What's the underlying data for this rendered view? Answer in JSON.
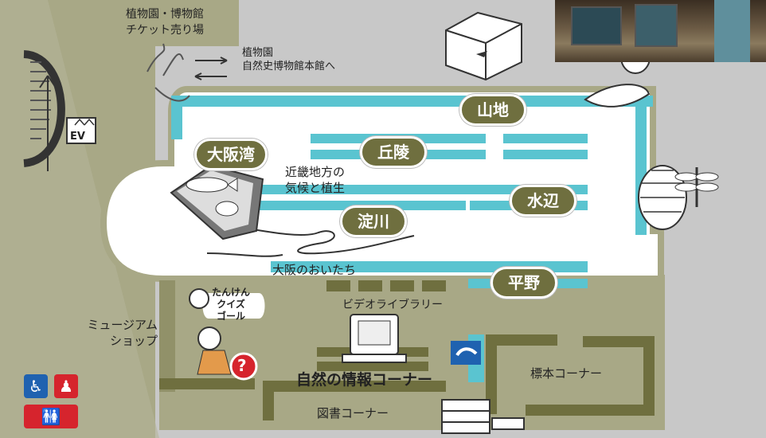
{
  "labels": {
    "ticket_line1": "植物園・博物館",
    "ticket_line2": "チケット売り場",
    "to_garden_line1": "植物園",
    "to_garden_line2": "自然史博物館本館へ",
    "elevator": "EV",
    "climate_line1": "近畿地方の",
    "climate_line2": "気候と植生",
    "osaka_origin": "大阪のおいたち",
    "video_library": "ビデオライブラリー",
    "quiz_line1": "たんけん",
    "quiz_line2": "クイズ",
    "quiz_line3": "ゴール",
    "shop_line1": "ミュージアム",
    "shop_line2": "ショップ",
    "nature_info": "自然の情報コーナー",
    "specimen": "標本コーナー",
    "books": "図書コーナー",
    "help_mark": "?"
  },
  "zones": {
    "mountain": "山地",
    "hills": "丘陵",
    "osaka_bay": "大阪湾",
    "waterside": "水辺",
    "yodogawa": "淀川",
    "plain": "平野"
  },
  "colors": {
    "background": "#c8c8c8",
    "floor_olive": "#a8a886",
    "wall_dark": "#6f6f3f",
    "exhibit_cyan": "#5ac4d0",
    "pill_fill": "#6f6f3f",
    "help_red": "#d6242d",
    "accessible_blue": "#1f62b0",
    "nursery_red": "#d6242d"
  },
  "icons": [
    "elevator-icon",
    "acorn-icon",
    "leaf-icon",
    "pinecone-icon",
    "dragonfly-icon",
    "aquarium-icon",
    "fish-exhibit-icon",
    "hand-icon",
    "wheelchair-icon",
    "baby-care-icon",
    "restroom-icon",
    "help-icon",
    "computer-icon"
  ]
}
